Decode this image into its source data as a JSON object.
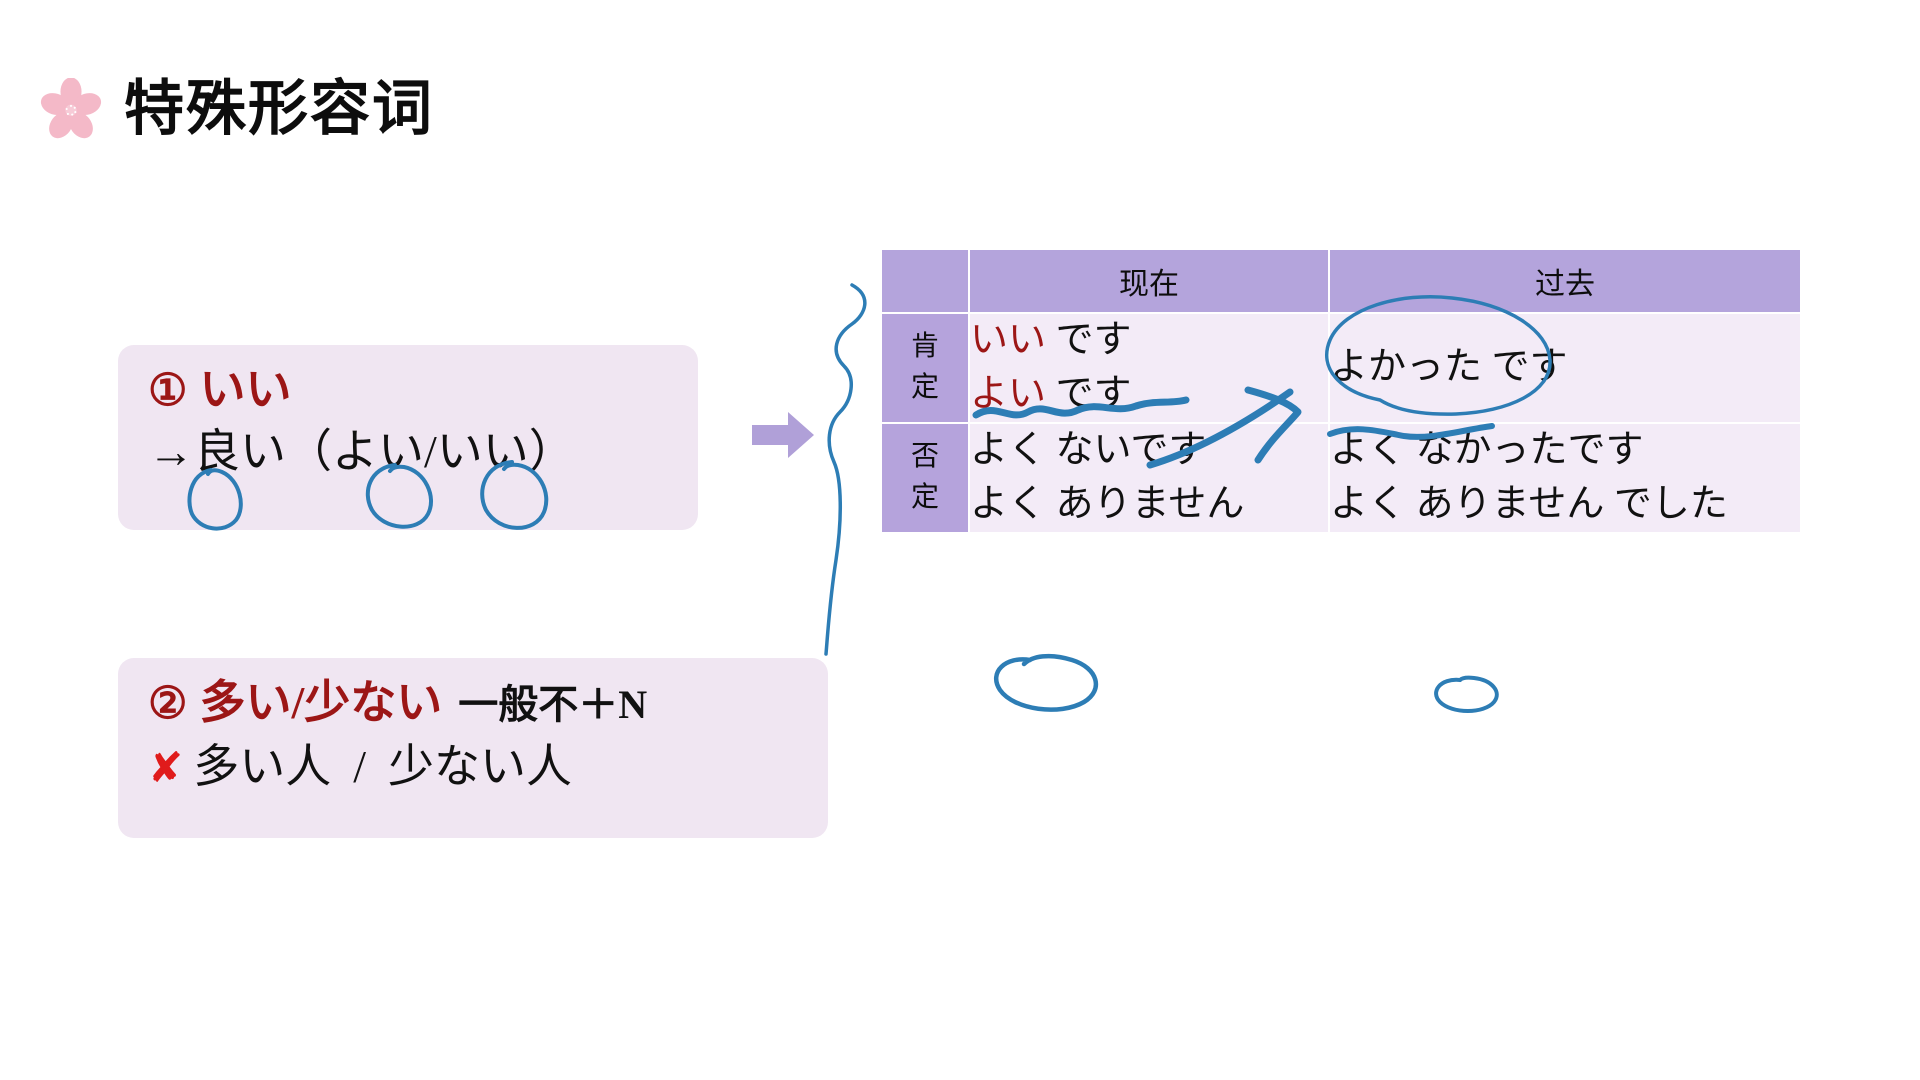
{
  "slide": {
    "title": "特殊形容词",
    "title_icon": "sakura-flower-icon",
    "flow_arrow_icon": "right-arrow-icon",
    "accent_purple": "#b4a4dc",
    "box_background": "#f0e6f2",
    "table_cell_background": "#f3ebf7",
    "red_text_color": "#9c1616",
    "ink_color": "#2d7db5"
  },
  "callouts": [
    {
      "marker": "①",
      "line1_red": "いい",
      "line2_arrow": "→",
      "line2_text": "良い（よい/いい）"
    },
    {
      "marker": "②",
      "line1_red": "多い/少ない",
      "line1_note": "一般不＋N",
      "line2_mark": "✘",
      "line2_left": "多い人",
      "line2_slash": "/",
      "line2_right": "少ない人"
    }
  ],
  "table": {
    "corner_label": "",
    "columns": [
      "现在",
      "过去"
    ],
    "rows": [
      {
        "label_chars": [
          "肯",
          "定"
        ],
        "present": [
          {
            "red": "いい",
            "black": "です"
          },
          {
            "red": "よい",
            "black": "です"
          }
        ],
        "past": [
          {
            "red": "",
            "black": "よかった です"
          }
        ]
      },
      {
        "label_chars": [
          "否",
          "定"
        ],
        "present": [
          {
            "red": "",
            "black": "よく ないです"
          },
          {
            "red": "",
            "black": "よく ありません"
          }
        ],
        "past": [
          {
            "red": "",
            "black": "よく なかったです"
          },
          {
            "red": "",
            "black": "よく ありません でした"
          }
        ]
      }
    ]
  },
  "annotations": {
    "brace_note": "vertical-brace-ink",
    "underline_present_affirmative": "wavy-underline-ink",
    "arrow_present_to_past": "ink-arrow",
    "circle_past_affirmative": "ink-circle",
    "circle_present_negative": "ink-circle",
    "circle_past_negative": "ink-circle",
    "circles_on_yoi_ii": "ink-circles"
  }
}
